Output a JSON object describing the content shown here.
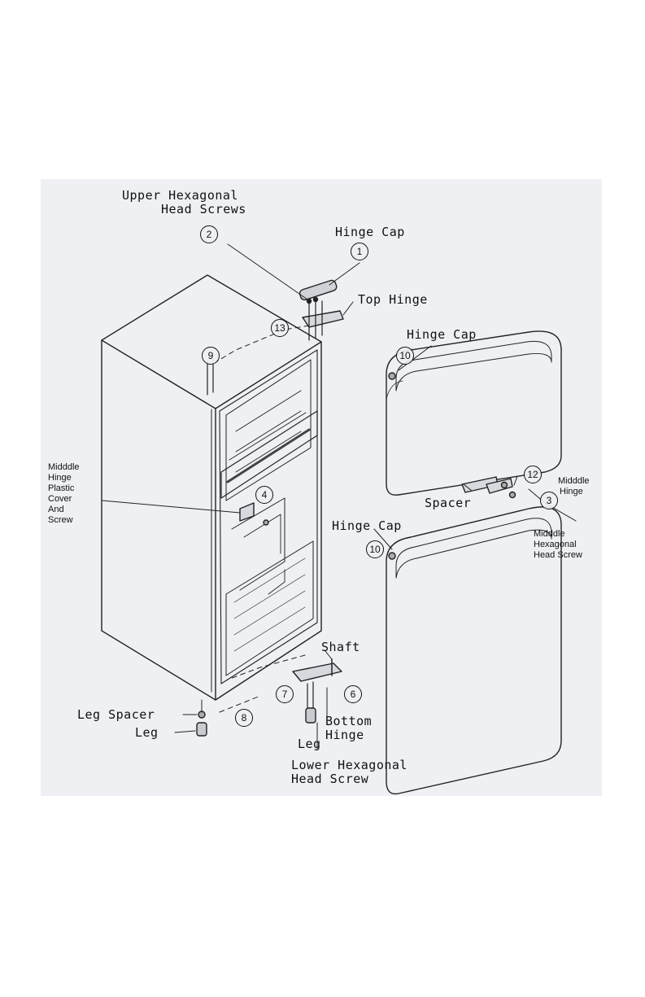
{
  "labels": {
    "upper_hex_screws": [
      "Upper Hexagonal",
      "Head Screws"
    ],
    "hinge_cap_top": "Hinge Cap",
    "top_hinge": "Top Hinge",
    "hinge_cap_upper_door": "Hinge Cap",
    "middle_hinge_cover": [
      "Midddle",
      "Hinge",
      "Plastic",
      "Cover",
      "And",
      "Screw"
    ],
    "middle_hinge": [
      "Midddle",
      "Hinge"
    ],
    "spacer": "Spacer",
    "middle_hex_screw": [
      "Midddle",
      "Hexagonal",
      "Head Screw"
    ],
    "hinge_cap_lower_door": "Hinge Cap",
    "shaft": "Shaft",
    "bottom_hinge": [
      "Bottom",
      "Hinge"
    ],
    "leg_spacer": "Leg Spacer",
    "leg_left": "Leg",
    "leg_center": "Leg",
    "lower_hex_screw": [
      "Lower Hexagonal",
      "Head Screw"
    ]
  },
  "callouts": {
    "c1": "1",
    "c2": "2",
    "c13": "13",
    "c9": "9",
    "c10a": "10",
    "c4": "4",
    "c12": "12",
    "c3": "3",
    "c10b": "10",
    "c6": "6",
    "c7": "7",
    "c8": "8"
  }
}
